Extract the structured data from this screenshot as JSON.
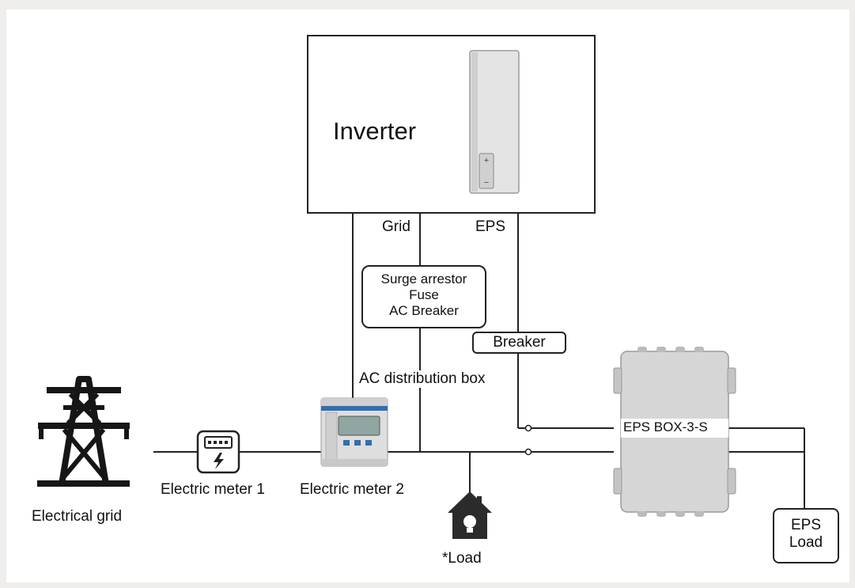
{
  "diagram": {
    "inverter_label": "Inverter",
    "grid_port_label": "Grid",
    "eps_port_label": "EPS",
    "protection_box": {
      "line1": "Surge arrestor",
      "line2": "Fuse",
      "line3": "AC Breaker"
    },
    "breaker_label": "Breaker",
    "ac_distribution_label": "AC distribution box",
    "eps_box_label": "EPS BOX-3-S",
    "electrical_grid_label": "Electrical grid",
    "electric_meter_1_label": "Electric meter 1",
    "electric_meter_2_label": "Electric meter 2",
    "load_label": "*Load",
    "eps_load": {
      "line1": "EPS",
      "line2": "Load"
    },
    "battery_plus": "+",
    "battery_minus": "−"
  },
  "colors": {
    "background": "#efeeec",
    "panel": "#ffffff",
    "line": "#222222",
    "icon": "#1a1a1a",
    "device": "#d8d8d8"
  }
}
